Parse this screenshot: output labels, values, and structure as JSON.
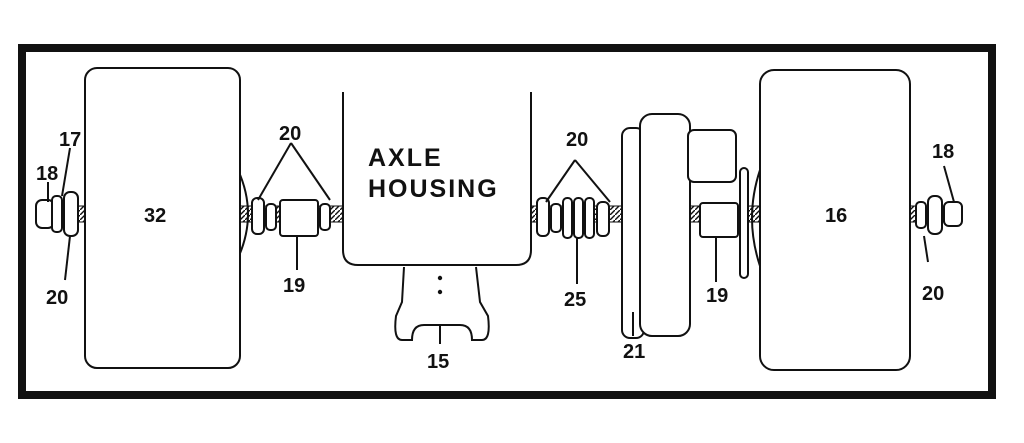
{
  "diagram": {
    "housing_text_line1": "AXLE",
    "housing_text_line2": "HOUSING",
    "labels": {
      "left_18": "18",
      "left_17": "17",
      "left_20_lower": "20",
      "left_20_upper": "20",
      "left_19": "19",
      "left_wheel_32": "32",
      "bottom_15": "15",
      "right_20_upper": "20",
      "right_25": "25",
      "right_21": "21",
      "right_19": "19",
      "right_wheel_16": "16",
      "right_18": "18",
      "right_20_lower": "20"
    },
    "colors": {
      "ink": "#111111",
      "paper": "#ffffff"
    }
  }
}
